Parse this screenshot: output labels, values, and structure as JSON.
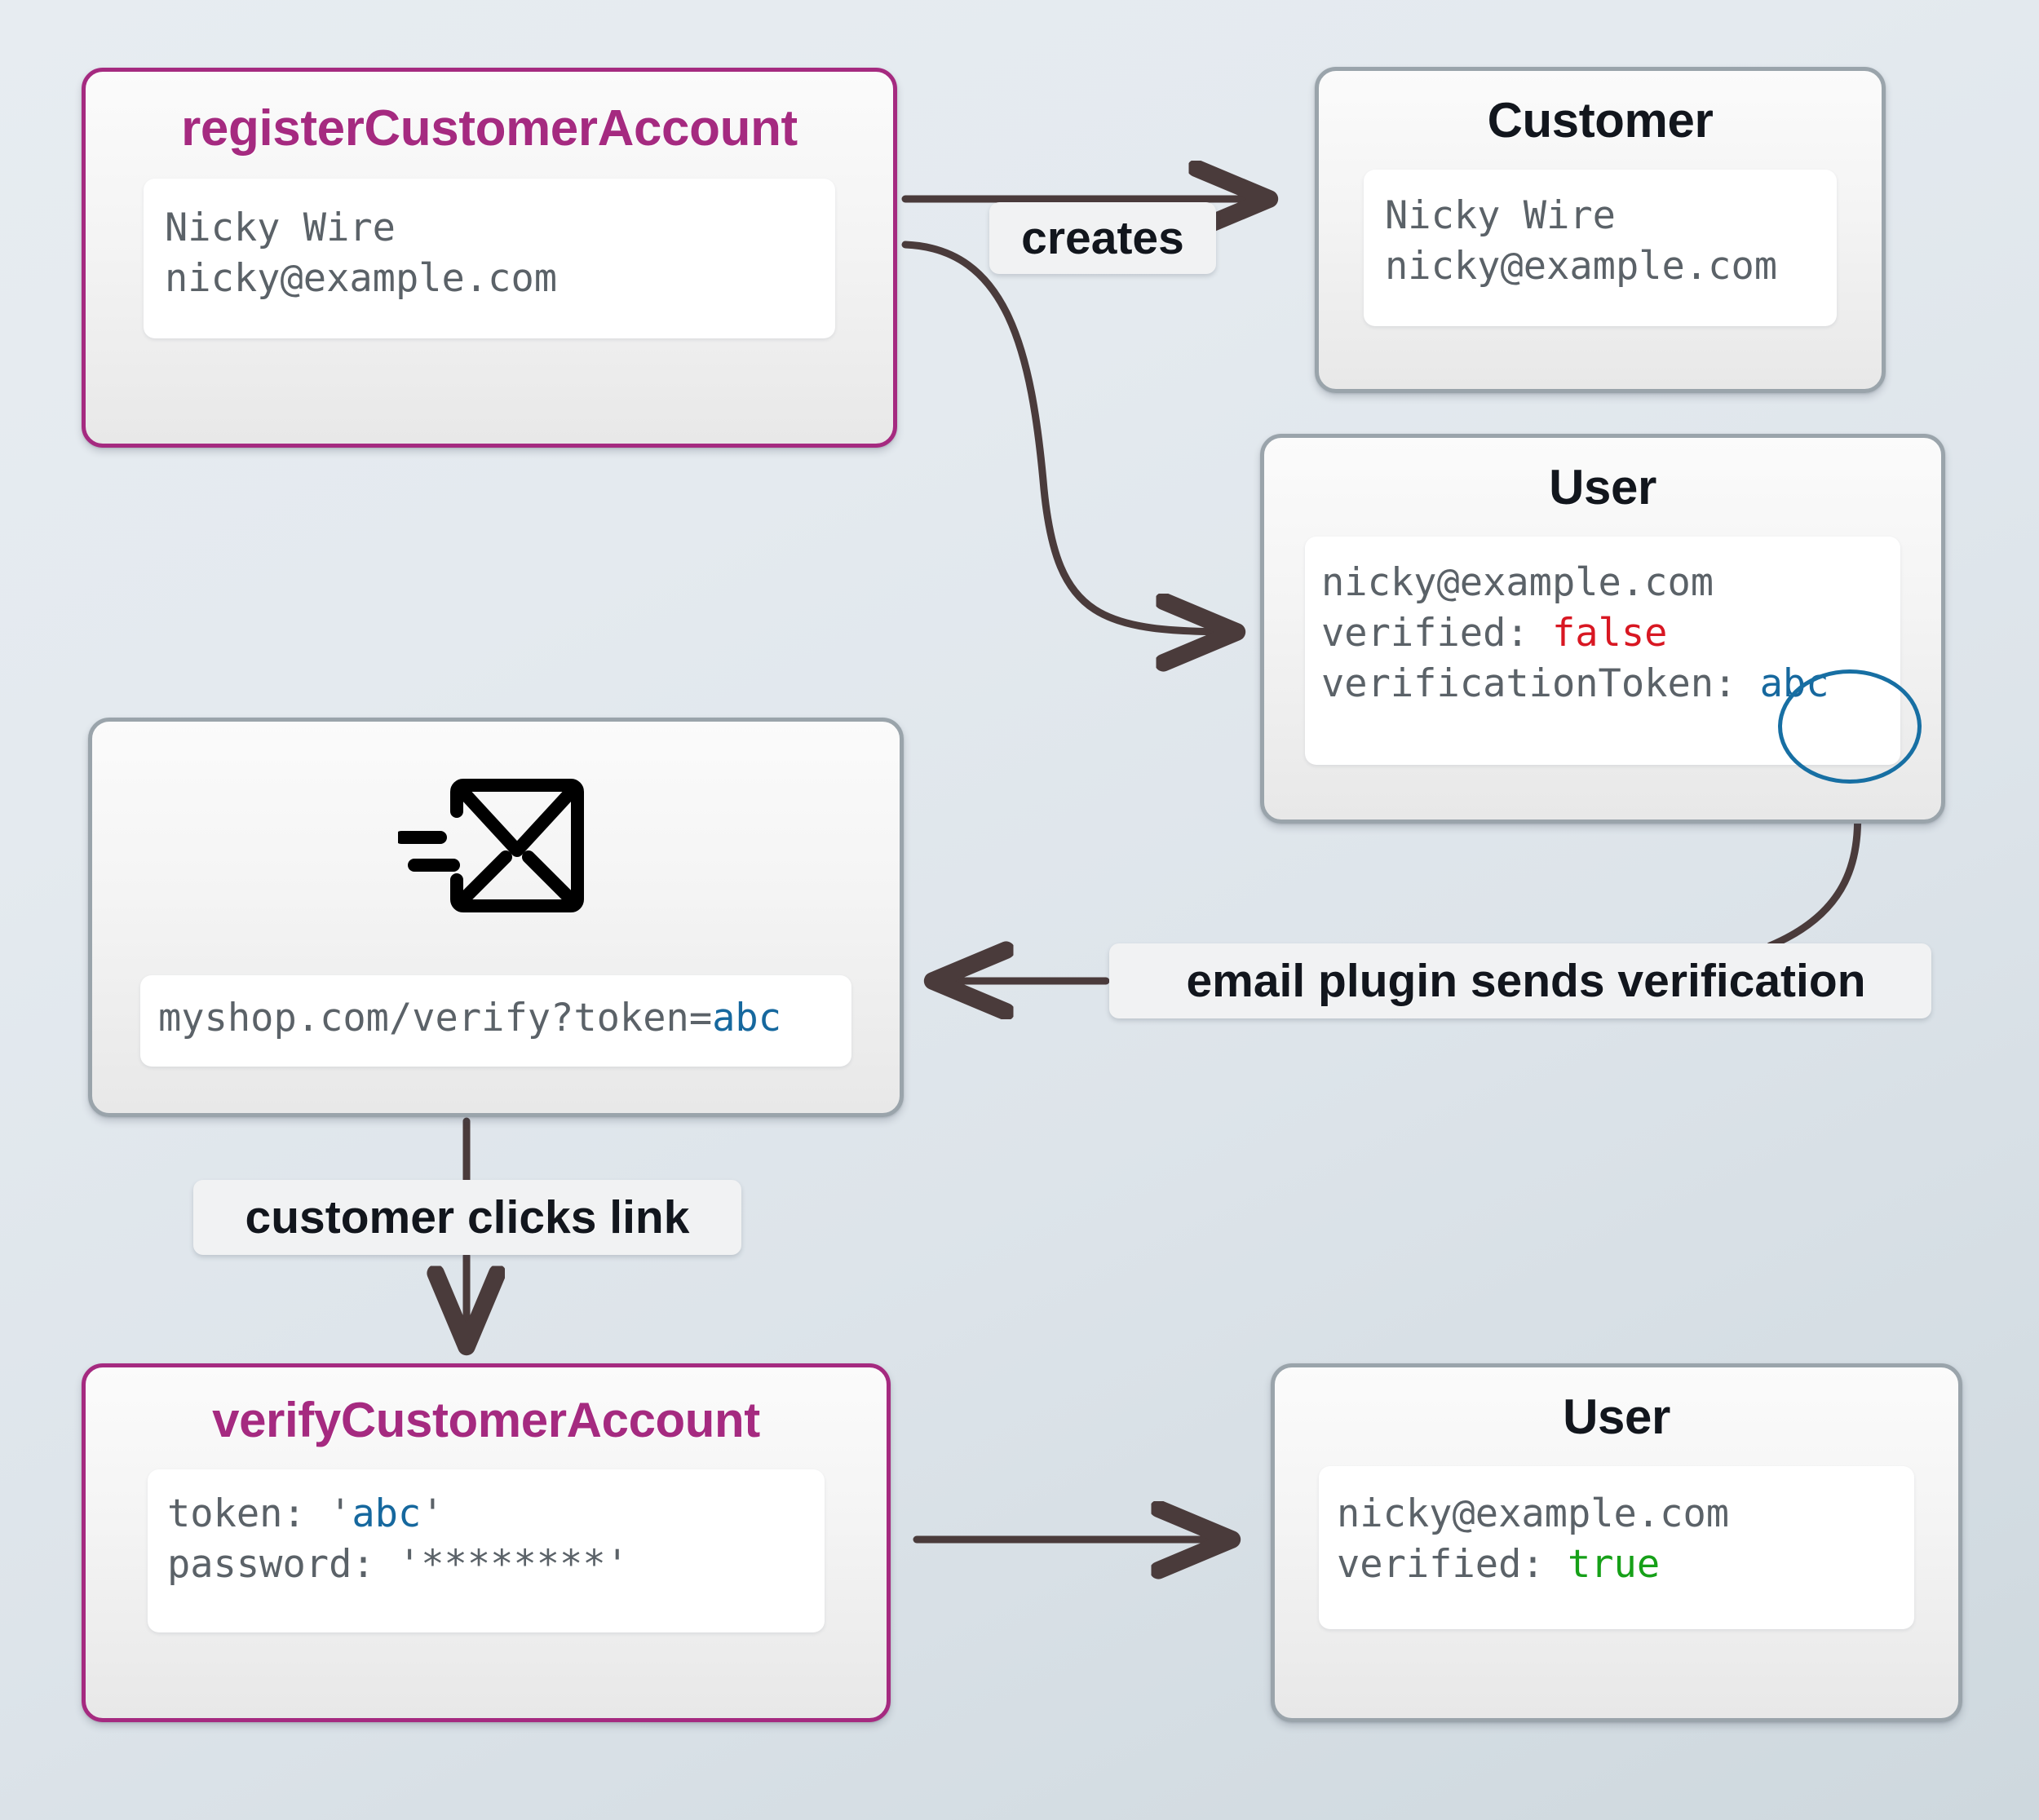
{
  "diagram": {
    "title": "Customer account registration and email verification flow",
    "colors": {
      "accent_magenta": "#a52a80",
      "node_border_grey": "#9aa4ab",
      "arrow": "#4a3b3b",
      "token_blue": "#16689e",
      "false_red": "#d81722",
      "true_green": "#16a018",
      "background_top": "#e7ecf1",
      "background_bottom": "#ced8de"
    }
  },
  "nodes": {
    "register": {
      "title": "registerCustomerAccount",
      "lines": [
        "Nicky Wire",
        "nicky@example.com"
      ]
    },
    "customer": {
      "title": "Customer",
      "lines": [
        "Nicky Wire",
        "nicky@example.com"
      ]
    },
    "user_unverified": {
      "title": "User",
      "email": "nicky@example.com",
      "verified_label": "verified: ",
      "verified_value": "false",
      "token_label": "verificationToken: ",
      "token_value": "abc"
    },
    "email": {
      "icon": "envelope-send-icon",
      "link_prefix": "myshop.com/verify?token=",
      "link_token": "abc"
    },
    "verify": {
      "title": "verifyCustomerAccount",
      "token_label": "token: ",
      "token_quote_open": "'",
      "token_value": "abc",
      "token_quote_close": "'",
      "password_label": "password: ",
      "password_value": "'********'"
    },
    "user_verified": {
      "title": "User",
      "email": "nicky@example.com",
      "verified_label": "verified: ",
      "verified_value": "true"
    }
  },
  "edges": {
    "creates": "creates",
    "email_plugin": "email plugin sends verification",
    "customer_clicks": "customer clicks link"
  }
}
